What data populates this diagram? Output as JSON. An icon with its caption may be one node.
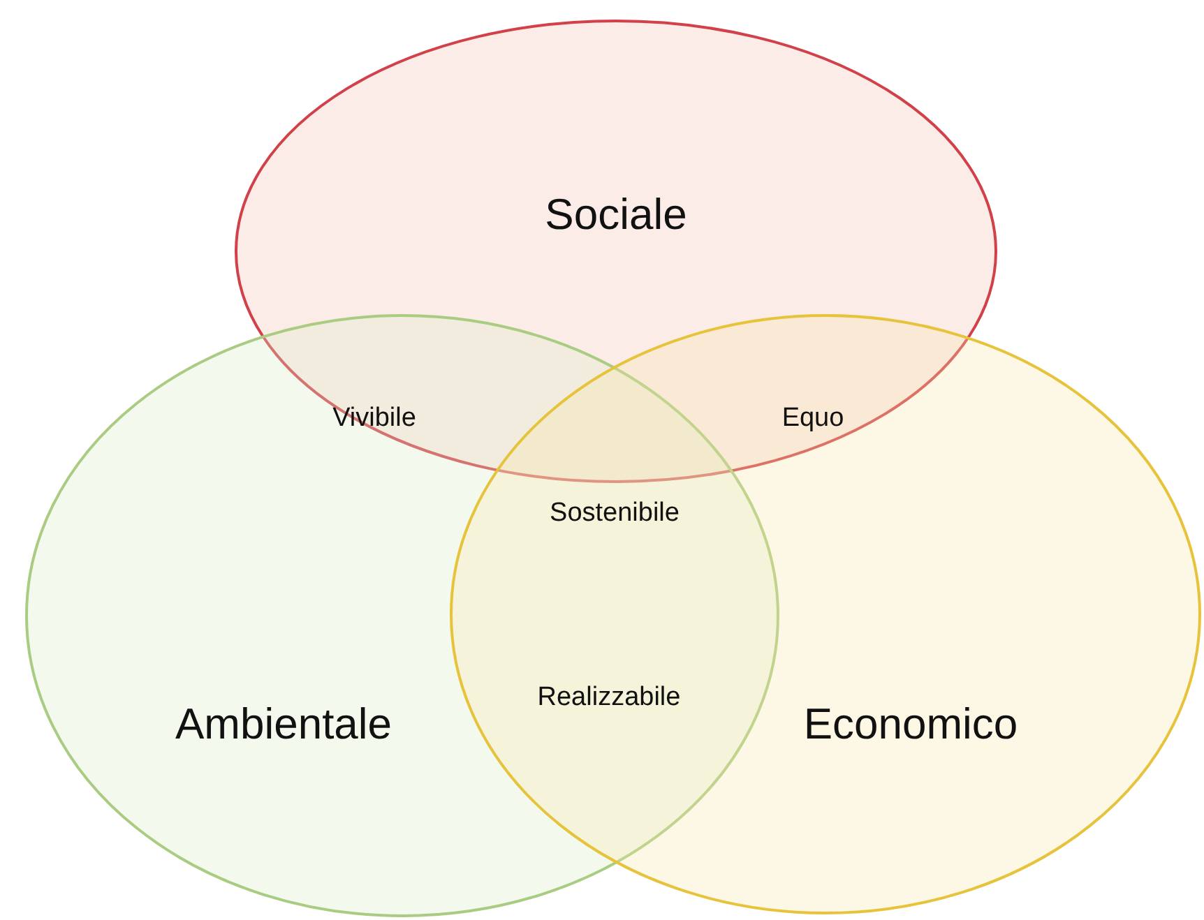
{
  "diagram": {
    "nodes": [
      {
        "text": [
          "Sociale"
        ]
      },
      {
        "text": [
          "Ambientale"
        ]
      },
      {
        "text": [
          "Economico"
        ]
      }
    ],
    "labels": [
      "Vivibile",
      "Equo",
      "Sostenibile",
      "Realizzabile"
    ]
  }
}
